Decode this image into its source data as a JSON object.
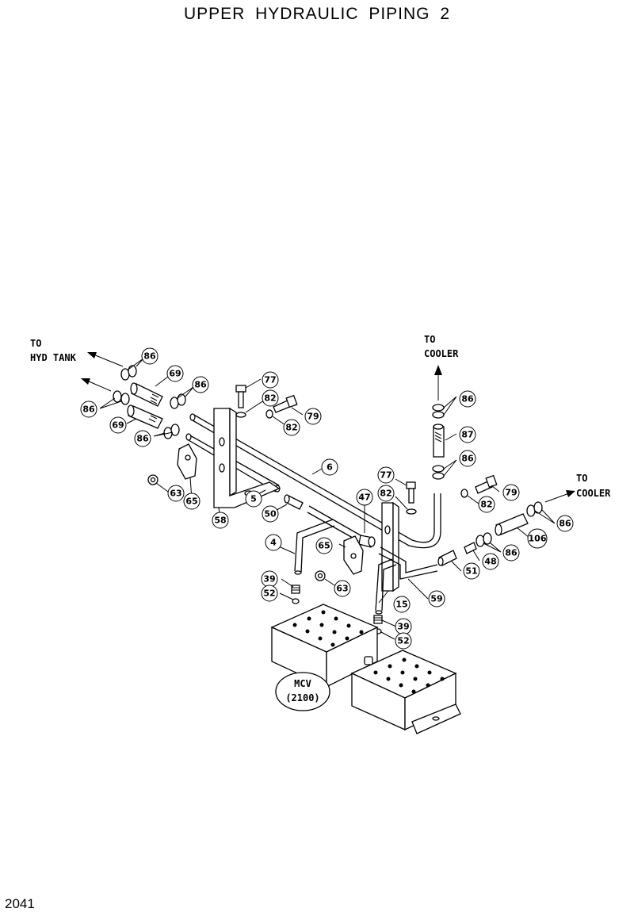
{
  "title": "UPPER  HYDRAULIC  PIPING  2",
  "page_number": "2041",
  "labels": {
    "hyd_tank_line1": "TO",
    "hyd_tank_line2": "HYD TANK",
    "cooler_top_line1": "TO",
    "cooler_top_line2": "COOLER",
    "cooler_right_line1": "TO",
    "cooler_right_line2": "COOLER",
    "mcv_line1": "MCV",
    "mcv_line2": "(2100)"
  },
  "callouts": {
    "c86a": "86",
    "c69a": "69",
    "c86b": "86",
    "c86c": "86",
    "c69b": "69",
    "c86d": "86",
    "c77a": "77",
    "c82a": "82",
    "c79a": "79",
    "c82b": "82",
    "c6": "6",
    "c63a": "63",
    "c65a": "65",
    "c5": "5",
    "c58": "58",
    "c50": "50",
    "c47": "47",
    "c4": "4",
    "c65b": "65",
    "c63b": "63",
    "c39a": "39",
    "c52a": "52",
    "c86e": "86",
    "c87": "87",
    "c86f": "86",
    "c77b": "77",
    "c82c": "82",
    "c82d": "82",
    "c79b": "79",
    "c86g": "86",
    "c106": "106",
    "c86h": "86",
    "c48": "48",
    "c51": "51",
    "c59": "59",
    "c15": "15",
    "c39b": "39",
    "c52b": "52"
  }
}
